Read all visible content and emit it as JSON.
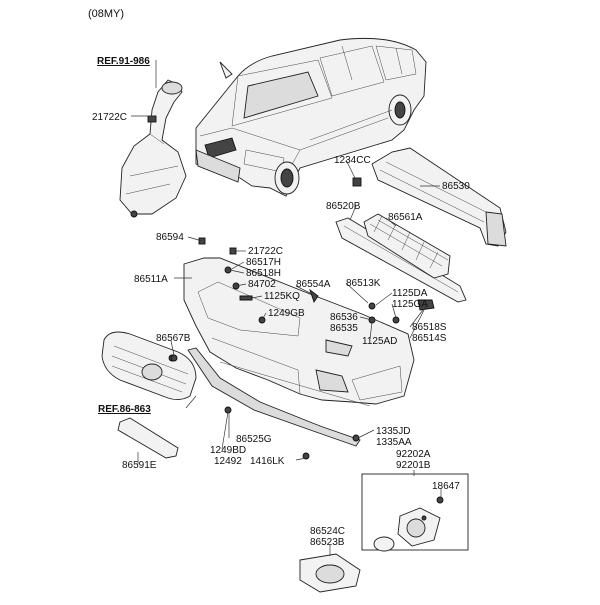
{
  "header": {
    "model_year": "(08MY)"
  },
  "refs": {
    "washer": "REF.91-986",
    "grille": "REF.86-863"
  },
  "labels": {
    "p21722C_a": "21722C",
    "p1234CC": "1234CC",
    "p86530": "86530",
    "p86520B": "86520B",
    "p86561A": "86561A",
    "p86594": "86594",
    "p21722C_b": "21722C",
    "p86517H": "86517H",
    "p86518H": "86518H",
    "p84702": "84702",
    "p86511A": "86511A",
    "p86554A": "86554A",
    "p1125KQ": "1125KQ",
    "p86513K": "86513K",
    "p1125DA": "1125DA",
    "p1125GA": "1125GA",
    "p1249GB": "1249GB",
    "p86536": "86536",
    "p86535": "86535",
    "p86518S": "86518S",
    "p86514S": "86514S",
    "p86567B": "86567B",
    "p1125AD": "1125AD",
    "p86525G": "86525G",
    "p1249BD": "1249BD",
    "p12492": "12492",
    "p1416LK": "1416LK",
    "p1335JD": "1335JD",
    "p1335AA": "1335AA",
    "p86591E": "86591E",
    "p92202A": "92202A",
    "p92201B": "92201B",
    "p18647": "18647",
    "p86524C": "86524C",
    "p86523B": "86523B"
  }
}
